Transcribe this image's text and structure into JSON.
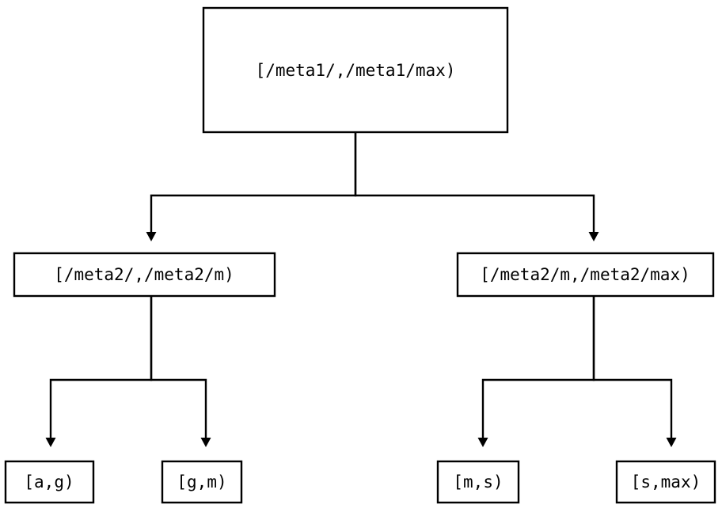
{
  "diagram": {
    "type": "binary-range-tree",
    "background_color": "#ffffff",
    "line_color": "#000000",
    "text_color": "#000000",
    "nodes": {
      "root": {
        "label": "[/meta1/,/meta1/max)"
      },
      "mid_left": {
        "label": "[/meta2/,/meta2/m)"
      },
      "mid_right": {
        "label": "[/meta2/m,/meta2/max)"
      },
      "leaf_1": {
        "label": "[a,g)"
      },
      "leaf_2": {
        "label": "[g,m)"
      },
      "leaf_3": {
        "label": "[m,s)"
      },
      "leaf_4": {
        "label": "[s,max)"
      }
    },
    "edges": [
      {
        "from": "root",
        "to": "mid_left",
        "arrow": "down-triangle"
      },
      {
        "from": "root",
        "to": "mid_right",
        "arrow": "down-triangle"
      },
      {
        "from": "mid_left",
        "to": "leaf_1",
        "arrow": "down-triangle"
      },
      {
        "from": "mid_left",
        "to": "leaf_2",
        "arrow": "down-triangle"
      },
      {
        "from": "mid_right",
        "to": "leaf_3",
        "arrow": "down-triangle"
      },
      {
        "from": "mid_right",
        "to": "leaf_4",
        "arrow": "down-triangle"
      }
    ]
  }
}
